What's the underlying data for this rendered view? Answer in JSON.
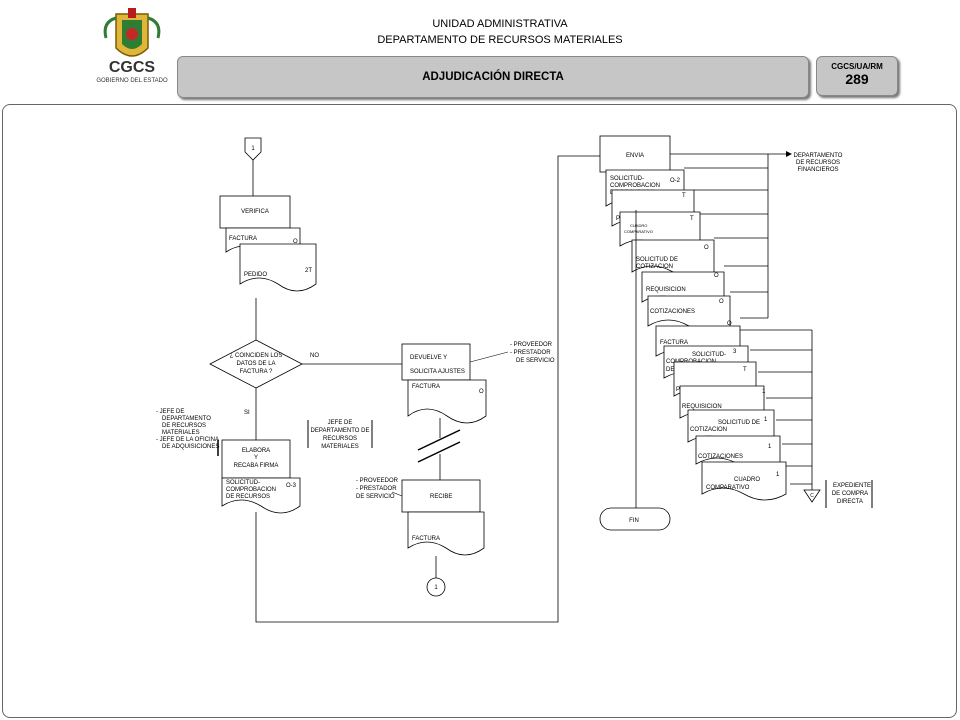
{
  "header": {
    "unit": "UNIDAD ADMINISTRATIVA",
    "department": "DEPARTAMENTO DE RECURSOS MATERIALES",
    "title": "ADJUDICACIÓN DIRECTA",
    "code_label": "CGCS/UA/RM",
    "code_number": "289",
    "logo_text": "CGCS",
    "logo_subtext": "GOBIERNO DEL ESTADO"
  },
  "flow": {
    "connector_top": "1",
    "verifica": "VERIFICA",
    "doc_factura": "FACTURA",
    "mark_o": "O",
    "doc_pedido": "PEDIDO",
    "mark_2t": "2T",
    "decision": [
      "¿ COINCIDEN LOS",
      "DATOS DE LA",
      "FACTURA ?"
    ],
    "no": "NO",
    "si": "SI",
    "devuelve": [
      "DEVUELVE Y",
      "SOLICITA AJUSTES"
    ],
    "proveedor_top": [
      "- PROVEEDOR",
      "- PRESTADOR",
      "DE SERVICIO"
    ],
    "jefes_left": [
      "- JEFE DE",
      "DEPARTAMENTO",
      "DE RECURSOS",
      "MATERIALES",
      "- JEFE DE LA OFICINA",
      "DE ADQUISICIONES"
    ],
    "jefe_mid": [
      "JEFE DE",
      "DEPARTAMENTO DE",
      "RECURSOS",
      "MATERIALES"
    ],
    "elabora": [
      "ELABORA",
      "Y",
      "RECABA FIRMA"
    ],
    "doc_solicitud": [
      "SOLICITUD-",
      "COMPROBACION",
      "DE RECURSOS"
    ],
    "mark_o3": "O-3",
    "proveedor_bottom": [
      "- PROVEEDOR",
      "- PRESTADOR",
      "DE SERVICIO"
    ],
    "recibe": "RECIBE",
    "connector_bottom": "1",
    "envia": "ENVIA",
    "mark_o2": "O-2",
    "mark_t": "T",
    "doc_cuadro_small": [
      "CUADRO",
      "COMPARATIVO"
    ],
    "doc_solicitud_cot": [
      "SOLICITUD DE",
      "COTIZACION"
    ],
    "doc_requisicion": "REQUISICION",
    "doc_cotizaciones": "COTIZACIONES",
    "mark_3": "3",
    "mark_1": "1",
    "fin": "FIN",
    "dest_financieros": [
      "DEPARTAMENTO",
      "DE RECURSOS",
      "FINANCIEROS"
    ],
    "dest_expediente": [
      "EXPEDIENTE",
      "DE COMPRA",
      "DIRECTA"
    ],
    "archive_c": "C"
  }
}
